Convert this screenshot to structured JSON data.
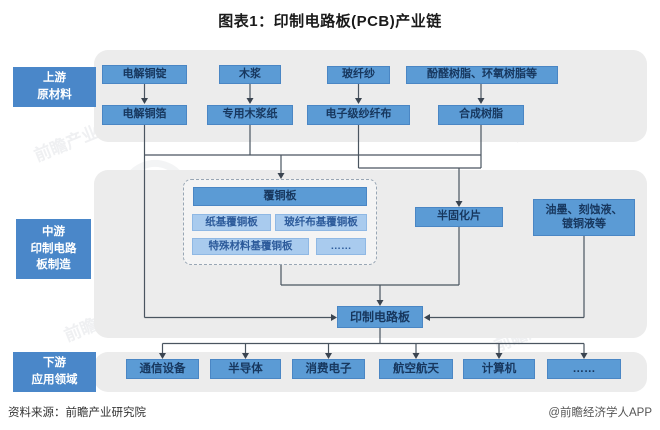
{
  "title": "图表1：印制电路板(PCB)产业链",
  "side_labels": {
    "upstream": "上游\n原材料",
    "midstream": "中游\n印制电路\n板制造",
    "downstream": "下游\n应用领域"
  },
  "upstream": {
    "row1": [
      "电解铜锭",
      "木浆",
      "玻纤纱",
      "酚醛树脂、环氧树脂等"
    ],
    "row2": [
      "电解铜箔",
      "专用木浆纸",
      "电子级纱纤布",
      "合成树脂"
    ]
  },
  "midstream": {
    "ccl_header": "覆铜板",
    "ccl_items": [
      "纸基覆铜板",
      "玻纤布基覆铜板",
      "特殊材料基覆铜板",
      "……"
    ],
    "prepreg": "半固化片",
    "chemicals": "油墨、刻蚀液、\n镀铜液等",
    "pcb": "印制电路板"
  },
  "downstream": {
    "items": [
      "通信设备",
      "半导体",
      "消费电子",
      "航空航天",
      "计算机",
      "……"
    ]
  },
  "footer": {
    "source": "资料来源：前瞻产业研究院",
    "brand": "@前瞻经济学人APP"
  },
  "watermark": {
    "text": "前瞻产业研究院"
  },
  "colors": {
    "panel": "#ececec",
    "label_blue": "#4a87c9",
    "node_blue": "#5b9bd5",
    "node_light_blue": "#a9cbee",
    "node_text": "#17375e",
    "line": "#4a5560"
  }
}
